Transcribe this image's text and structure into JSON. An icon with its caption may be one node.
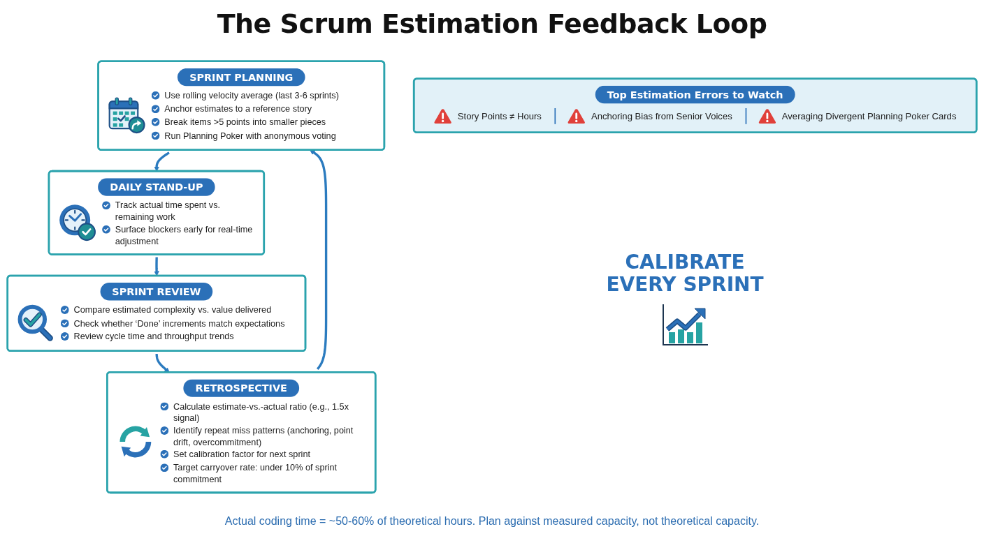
{
  "diagram": {
    "title": "The Scrum Estimation Feedback Loop",
    "caption": "Actual coding time = ~50-60% of theoretical hours. Plan against measured capacity, not theoretical capacity.",
    "nodes": [
      {
        "text": [
          "SPRINT PLANNING",
          "Use rolling velocity average (last 3-6 sprints)",
          "Anchor estimates to a reference story",
          "Break items >5 points into smaller pieces",
          "Run Planning Poker with anonymous voting"
        ]
      },
      {
        "text": [
          "RETROSPECTIVE",
          "Calculate estimate-vs.-actual ratio (e.g., 1.5x signal)",
          "Identify repeat miss patterns (anchoring, point drift, overcommitment)",
          "Set calibration factor for next sprint",
          "Target carryover rate: under 10% of sprint commitment"
        ]
      },
      {
        "text": [
          "DAILY STAND-UP",
          "Track actual time spent vs. remaining work",
          "Surface blockers early for real-time adjustment"
        ]
      },
      {
        "text": [
          "SPRINT REVIEW",
          "Compare estimated complexity vs. value delivered",
          "Check whether ‘Done’ increments match expectations",
          "Review cycle time and throughput trends"
        ]
      },
      {
        "text": [
          "Top Estimation Errors to Watch",
          "Story Points ≠ Hours",
          "Anchoring Bias from Senior Voices",
          "Averaging Divergent Planning Poker Cards"
        ]
      }
    ],
    "edges": [
      {
        "from": 0,
        "to": 2,
        "arrow": "to"
      },
      {
        "from": 2,
        "to": 3,
        "arrow": "to"
      },
      {
        "from": 3,
        "to": 1,
        "arrow": "to"
      },
      {
        "from": 1,
        "to": 0,
        "arrow": "to"
      }
    ],
    "labels": [
      "CALIBRATE EVERY SPRINT"
    ]
  }
}
